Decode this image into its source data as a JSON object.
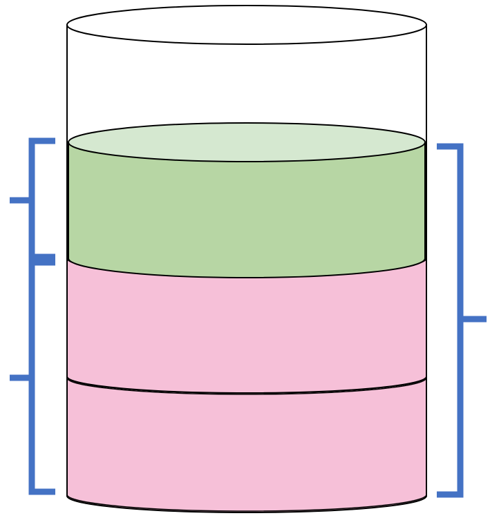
{
  "diagram": {
    "colors": {
      "outline": "#000000",
      "container_fill": "#ffffff",
      "green_top": "#d5e8d0",
      "green_side": "#b7d6a4",
      "pink": "#f6c0d8",
      "bracket": "#4472c4"
    },
    "layers": [
      {
        "id": "green-layer",
        "color": "green"
      },
      {
        "id": "pink-layer-upper",
        "color": "pink"
      },
      {
        "id": "pink-layer-lower",
        "color": "pink"
      }
    ],
    "brackets": [
      {
        "id": "left-upper",
        "side": "left",
        "spans": [
          "green-layer"
        ]
      },
      {
        "id": "left-lower",
        "side": "left",
        "spans": [
          "pink-layer-upper",
          "pink-layer-lower"
        ]
      },
      {
        "id": "right-full",
        "side": "right",
        "spans": [
          "green-layer",
          "pink-layer-upper",
          "pink-layer-lower"
        ]
      }
    ]
  }
}
